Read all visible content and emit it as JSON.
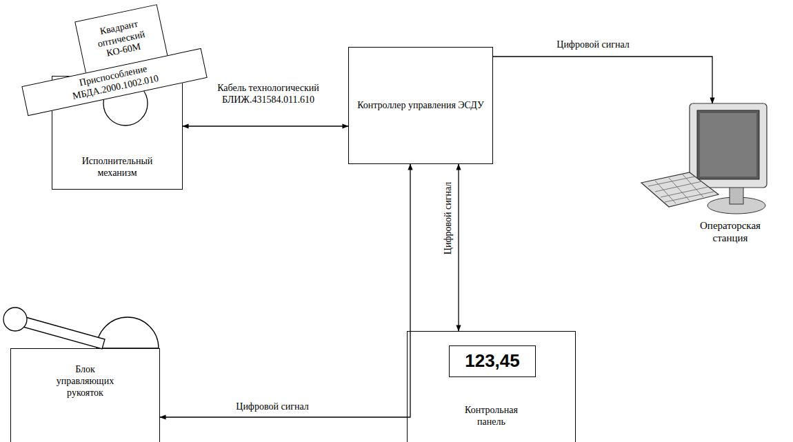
{
  "diagram": {
    "nodes": [
      {
        "text": [
          "Квадрант оптический КО-60М"
        ]
      },
      {
        "text": [
          "Приспособление МБДА.2000.1002.010"
        ]
      },
      {
        "text": [
          "Исполнительный механизм"
        ]
      },
      {
        "text": [
          "Контроллер управления ЭСДУ"
        ]
      },
      {
        "text": [
          "Операторская станция"
        ]
      },
      {
        "text": [
          "Блок управляющих рукояток"
        ]
      },
      {
        "text": [
          "Контрольная панель"
        ]
      },
      {
        "text": [
          "123,45"
        ],
        "in": 6
      }
    ],
    "edges": [
      {
        "from": 2,
        "to": 3,
        "label": "Кабель технологический БЛИЖ.431584.011.610",
        "arrow": "both"
      },
      {
        "from": 3,
        "to": 4,
        "label": "Цифровой сигнал",
        "arrow": "to"
      },
      {
        "from": 3,
        "to": 6,
        "label": "Цифровой сигнал",
        "arrow": "both"
      },
      {
        "from": 5,
        "to": 3,
        "label": "Цифровой сигнал",
        "arrow": "both"
      }
    ]
  }
}
